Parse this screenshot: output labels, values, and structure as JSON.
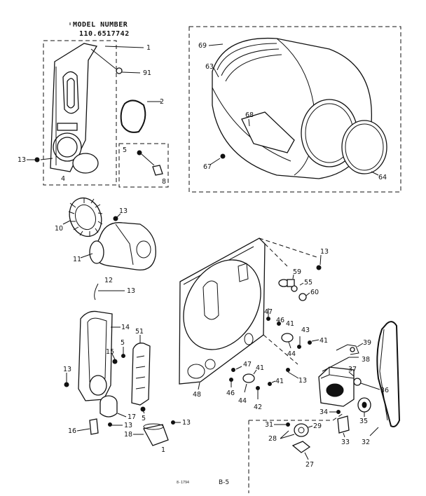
{
  "header": {
    "title": "MODEL NUMBER",
    "model": "110.6517742"
  },
  "footer": {
    "code": "8-1794",
    "page": "B-5"
  },
  "labels": {
    "p1": "1",
    "p2": "2",
    "p91": "91",
    "p13a": "13",
    "p4": "4",
    "p5a": "5",
    "p8": "8",
    "p69": "69",
    "p63": "63",
    "p68": "68",
    "p67": "67",
    "p64": "64",
    "p13b": "13",
    "p10": "10",
    "p11": "11",
    "p12": "12",
    "p13c": "13",
    "p14": "14",
    "p51": "51",
    "p15": "15",
    "p5b": "5",
    "p13d": "13",
    "p17": "17",
    "p5c": "5",
    "p16": "16",
    "p13e": "13",
    "p18": "18",
    "p13f": "13",
    "p1b": "1",
    "p13g": "13",
    "p59": "59",
    "p55": "55",
    "p60": "60",
    "p47a": "47",
    "p46a": "46",
    "p41a": "41",
    "p43": "43",
    "p44a": "44",
    "p41b": "41",
    "p48": "48",
    "p13h": "13",
    "p47b": "47",
    "p41c": "41",
    "p46b": "46",
    "p44b": "44",
    "p42": "42",
    "p41d": "41",
    "p39": "39",
    "p38": "38",
    "p37": "37",
    "p36": "36",
    "p34": "34",
    "p35": "35",
    "p33": "33",
    "p32": "32",
    "p31": "31",
    "p29": "29",
    "p28": "28",
    "p27": "27"
  }
}
